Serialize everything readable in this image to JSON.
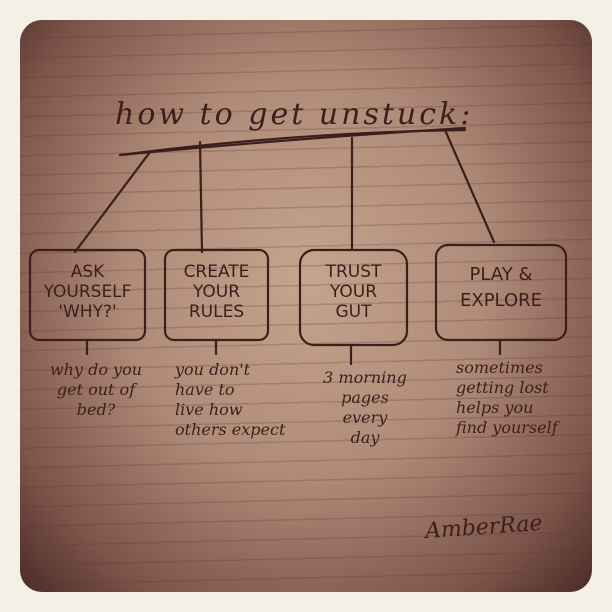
{
  "title": "how to get unstuck:",
  "branches": [
    {
      "heading": [
        "ASK",
        "YOURSELF",
        "'WHY?'"
      ],
      "note": [
        "why do you",
        "get out of",
        "bed?"
      ]
    },
    {
      "heading": [
        "CREATE",
        "YOUR",
        "RULES"
      ],
      "note": [
        "you don't",
        "have to",
        "live how",
        "others expect"
      ]
    },
    {
      "heading": [
        "TRUST",
        "YOUR",
        "GUT"
      ],
      "note": [
        "3 morning",
        "pages",
        "every",
        "day"
      ]
    },
    {
      "heading": [
        "PLAY &",
        "EXPLORE"
      ],
      "note": [
        "sometimes",
        "getting lost",
        "helps you",
        "find yourself"
      ]
    }
  ],
  "signature": "AmberRae",
  "colors": {
    "ink": "#3b1f1c",
    "paper": "#c6a48e",
    "frame": "#f3f1e6"
  }
}
